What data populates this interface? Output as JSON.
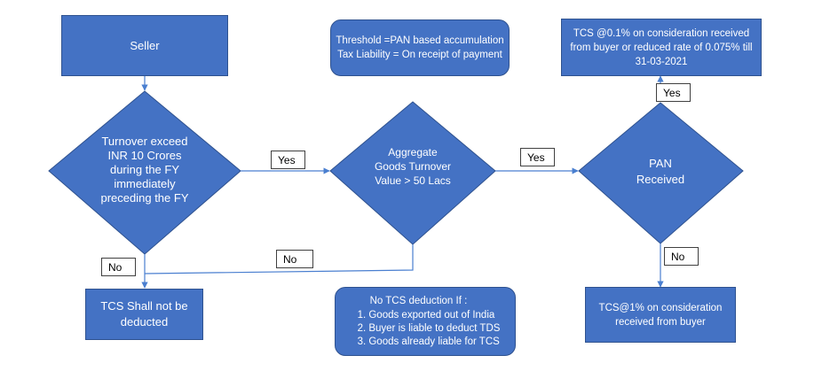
{
  "colors": {
    "shape_fill": "#4472c4",
    "shape_border": "#2f528f",
    "connector": "#4a7fd0",
    "label_border": "#404040"
  },
  "nodes": {
    "seller": "Seller",
    "threshold_lines": [
      "Threshold =PAN based accumulation",
      "Tax Liability = On receipt of payment"
    ],
    "turnover_lines": [
      "Turnover exceed",
      "INR 10 Crores",
      "during the FY",
      "immediately",
      "preceding the FY"
    ],
    "aggregate_lines": [
      "Aggregate",
      "Goods Turnover",
      "Value > 50 Lacs"
    ],
    "pan_lines": [
      "PAN",
      "Received"
    ],
    "tcs_01_lines": [
      "TCS @0.1% on consideration received",
      "from buyer or reduced rate of 0.075% till",
      "31-03-2021"
    ],
    "not_deducted_lines": [
      "TCS Shall not be",
      "deducted"
    ],
    "no_tcs_title": "No TCS deduction If :",
    "no_tcs_items": [
      "1.   Goods exported out of India",
      "2.   Buyer is liable to deduct TDS",
      "3.   Goods already liable for TCS"
    ],
    "tcs_1_lines": [
      "TCS@1% on consideration",
      "received  from buyer"
    ]
  },
  "labels": {
    "yes_turnover_to_aggregate": "Yes",
    "yes_aggregate_to_pan": "Yes",
    "yes_pan_up": "Yes",
    "no_turnover_down": "No",
    "no_aggregate": "No",
    "no_pan_down": "No"
  }
}
